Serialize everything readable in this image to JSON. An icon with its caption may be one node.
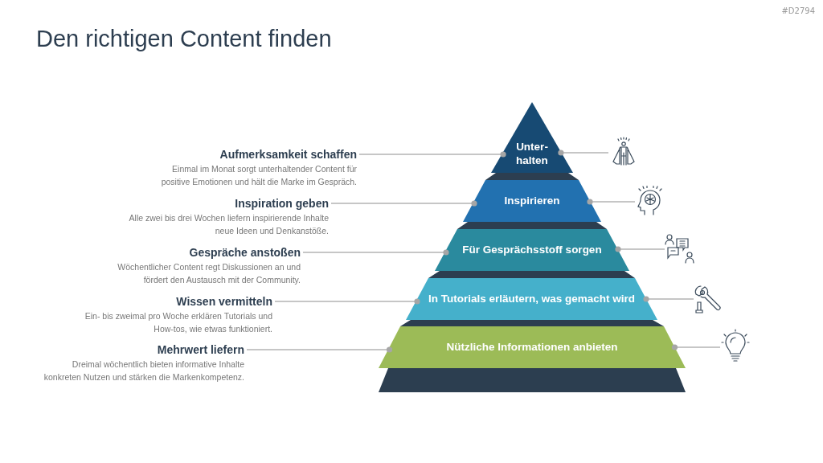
{
  "diagram": {
    "title": "Den richtigen Content finden",
    "nodes": [
      {
        "text": [
          "Aufmerksamkeit schaffen",
          "Einmal im Monat sorgt unterhaltender Content für positive Emotionen und hält die Marke im Gespräch."
        ]
      },
      {
        "text": [
          "Inspiration geben",
          "Alle zwei bis drei Wochen liefern inspirierende Inhalte neue Ideen und Denkanstöße."
        ]
      },
      {
        "text": [
          "Gespräche anstoßen",
          "Wöchentlicher Content regt Diskussionen an und fördert den Austausch mit der Community."
        ]
      },
      {
        "text": [
          "Wissen vermitteln",
          "Ein- bis zweimal pro Woche erklären Tutorials und How-tos, wie etwas funktioniert."
        ]
      },
      {
        "text": [
          "Mehrwert liefern",
          "Dreimal wöchentlich bieten informative Inhalte konkreten Nutzen und stärken die Markenkompetenz."
        ]
      },
      {
        "text": [
          "Unter- halten"
        ]
      },
      {
        "text": [
          "Inspirieren"
        ]
      },
      {
        "text": [
          "Für Gesprächsstoff sorgen"
        ]
      },
      {
        "text": [
          "In Tutorials erläutern, was gemacht wird"
        ]
      },
      {
        "text": [
          "Nützliche Informationen anbieten"
        ]
      },
      {
        "text": [],
        "shape": "picture"
      },
      {
        "text": [],
        "shape": "picture"
      },
      {
        "text": [],
        "shape": "picture"
      },
      {
        "text": [],
        "shape": "picture"
      },
      {
        "text": [],
        "shape": "picture"
      }
    ],
    "edges": [
      {
        "from": 0,
        "to": 5,
        "arrow": "other"
      },
      {
        "from": 1,
        "to": 6,
        "arrow": "other"
      },
      {
        "from": 2,
        "to": 7,
        "arrow": "other"
      },
      {
        "from": 3,
        "to": 8,
        "arrow": "other"
      },
      {
        "from": 4,
        "to": 9,
        "arrow": "other"
      },
      {
        "from": 10,
        "to": 5,
        "arrow": "other"
      },
      {
        "from": 11,
        "to": 6,
        "arrow": "other"
      },
      {
        "from": 12,
        "to": 7,
        "arrow": "other"
      },
      {
        "from": 13,
        "to": 8,
        "arrow": "other"
      },
      {
        "from": 14,
        "to": 9,
        "arrow": "other"
      }
    ],
    "labels": [
      "#D2794"
    ]
  }
}
